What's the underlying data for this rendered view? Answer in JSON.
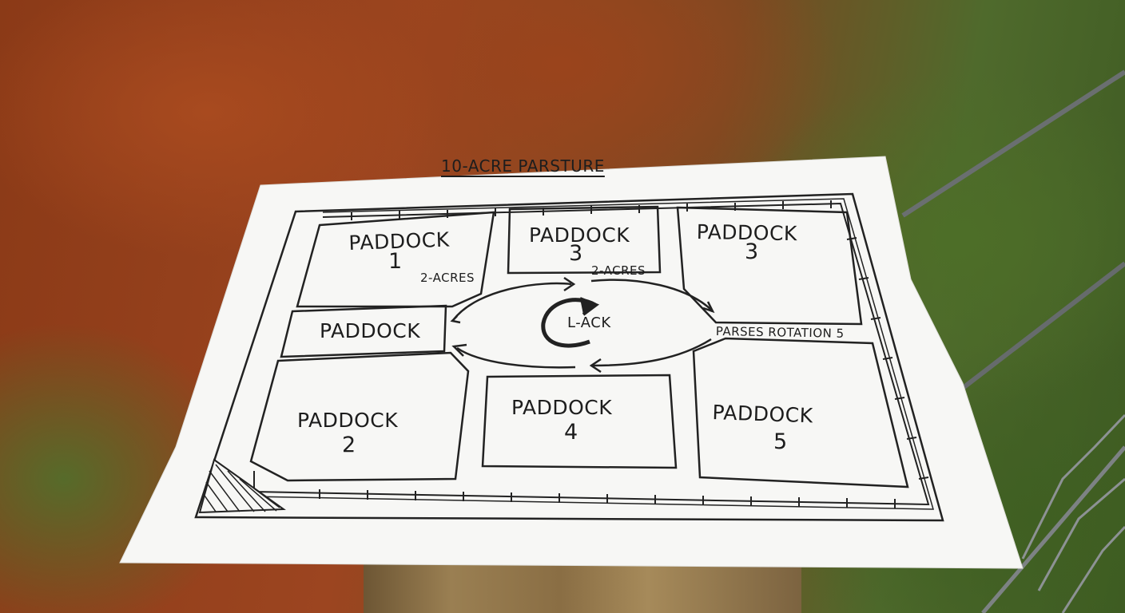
{
  "sign": {
    "title": "10-ACRE PARSTURE",
    "paddocks": [
      {
        "name": "PADDOCK",
        "number": "1"
      },
      {
        "name": "PADDOCK",
        "number": "3"
      },
      {
        "name": "PADDOCK",
        "number": "3"
      },
      {
        "name": "PADDOCK",
        "number": ""
      },
      {
        "name": "PADDOCK",
        "number": "2"
      },
      {
        "name": "PADDOCK",
        "number": "4"
      },
      {
        "name": "PADDOCK",
        "number": "5"
      }
    ],
    "acreage_labels": [
      "2-ACRES",
      "2-ACRES"
    ],
    "center_label": "L-ACK",
    "rotation_label": "PARSES  ROTATION 5"
  },
  "colors": {
    "soil": "#9c4520",
    "grass": "#4f6a2c",
    "paper": "#f7f7f5",
    "ink": "#1d1d1d",
    "post": "#9a7f52"
  }
}
